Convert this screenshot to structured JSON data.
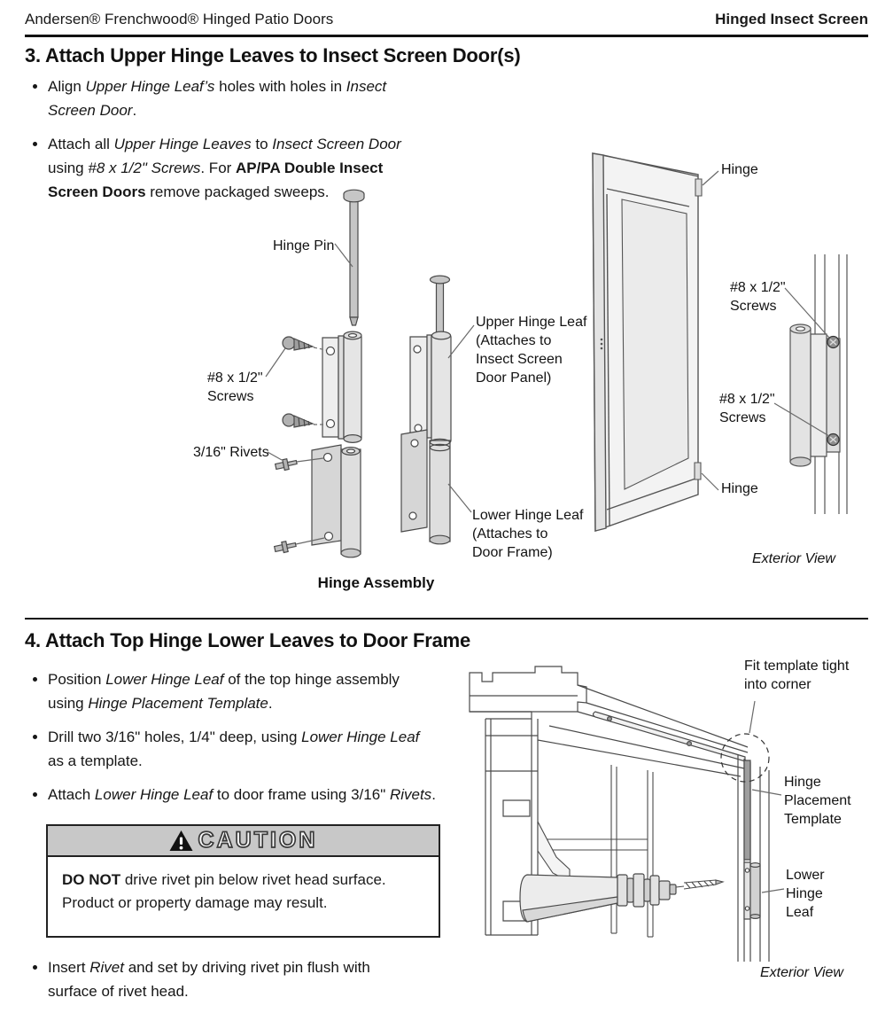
{
  "header": {
    "left": "Andersen® Frenchwood® Hinged Patio Doors",
    "right": "Hinged Insect Screen"
  },
  "colors": {
    "ink": "#1a1a1a",
    "diagram_line": "#4a4a4a",
    "fill_light": "#ededed",
    "fill_mid": "#d6d6d6",
    "template_dark": "#9e9e9e",
    "caution_bar": "#c8c8c8"
  },
  "section3": {
    "title": "3. Attach Upper Hinge Leaves to Insect Screen Door(s)",
    "bullets": [
      {
        "segments": [
          {
            "t": "Align ",
            "s": ""
          },
          {
            "t": "Upper Hinge Leaf’s",
            "s": "i"
          },
          {
            "t": " holes with holes in ",
            "s": ""
          },
          {
            "t": "Insect Screen Door",
            "s": "i"
          },
          {
            "t": ".",
            "s": ""
          }
        ]
      },
      {
        "segments": [
          {
            "t": "Attach all ",
            "s": ""
          },
          {
            "t": "Upper Hinge Leaves",
            "s": "i"
          },
          {
            "t": " to ",
            "s": ""
          },
          {
            "t": "Insect Screen Door",
            "s": "i"
          },
          {
            "t": " using ",
            "s": ""
          },
          {
            "t": "#8 x 1/2\" Screws",
            "s": "i"
          },
          {
            "t": ".  For ",
            "s": ""
          },
          {
            "t": "AP/PA Double Insect Screen Doors",
            "s": "b"
          },
          {
            "t": " remove packaged sweeps.",
            "s": ""
          }
        ]
      }
    ],
    "assembly": {
      "hinge_pin_label": "Hinge Pin",
      "screws_label": "#8 x 1/2\"\nScrews",
      "rivets_label": "3/16\" Rivets",
      "upper_leaf_label": "Upper Hinge Leaf\n(Attaches to\nInsect Screen\nDoor Panel)",
      "lower_leaf_label": "Lower Hinge Leaf\n(Attaches to\nDoor Frame)",
      "caption": "Hinge Assembly"
    },
    "door": {
      "hinge_top_label": "Hinge",
      "screws_top_label": "#8 x 1/2\"\nScrews",
      "screws_bottom_label": "#8 x 1/2\"\nScrews",
      "hinge_bottom_label": "Hinge",
      "caption": "Exterior View"
    }
  },
  "section4": {
    "title": "4. Attach Top Hinge Lower Leaves to Door Frame",
    "bullets": [
      {
        "segments": [
          {
            "t": "Position ",
            "s": ""
          },
          {
            "t": "Lower Hinge Leaf",
            "s": "i"
          },
          {
            "t": " of the top hinge assembly using ",
            "s": ""
          },
          {
            "t": "Hinge Placement Template",
            "s": "i"
          },
          {
            "t": ".",
            "s": ""
          }
        ]
      },
      {
        "segments": [
          {
            "t": "Drill two 3/16\" holes, 1/4\" deep, using ",
            "s": ""
          },
          {
            "t": "Lower Hinge Leaf",
            "s": "i"
          },
          {
            "t": " as a template.",
            "s": ""
          }
        ]
      },
      {
        "segments": [
          {
            "t": "Attach ",
            "s": ""
          },
          {
            "t": "Lower Hinge Leaf",
            "s": "i"
          },
          {
            "t": " to door frame using 3/16\" ",
            "s": ""
          },
          {
            "t": "Rivets",
            "s": "i"
          },
          {
            "t": ".",
            "s": ""
          }
        ]
      }
    ],
    "caution": {
      "title": "CAUTION",
      "body": [
        {
          "t": "DO NOT",
          "s": "b"
        },
        {
          "t": " drive rivet pin below rivet head surface. Product or property damage may result.",
          "s": ""
        }
      ]
    },
    "final_bullet": {
      "segments": [
        {
          "t": "Insert ",
          "s": ""
        },
        {
          "t": "Rivet",
          "s": "i"
        },
        {
          "t": " and set by driving rivet pin flush with surface of rivet head.",
          "s": ""
        }
      ]
    },
    "diagram": {
      "fit_label": "Fit template tight\ninto corner",
      "template_label": "Hinge\nPlacement\nTemplate",
      "leaf_label": "Lower\nHinge\nLeaf",
      "caption": "Exterior View"
    }
  }
}
